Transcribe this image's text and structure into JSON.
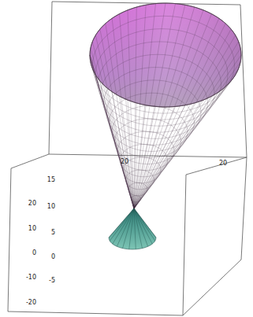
{
  "diagram": {
    "labels": [
      "20",
      "20",
      "15",
      "10",
      "5",
      "0",
      "-5",
      "20",
      "10",
      "0",
      "-10",
      "-20"
    ]
  }
}
